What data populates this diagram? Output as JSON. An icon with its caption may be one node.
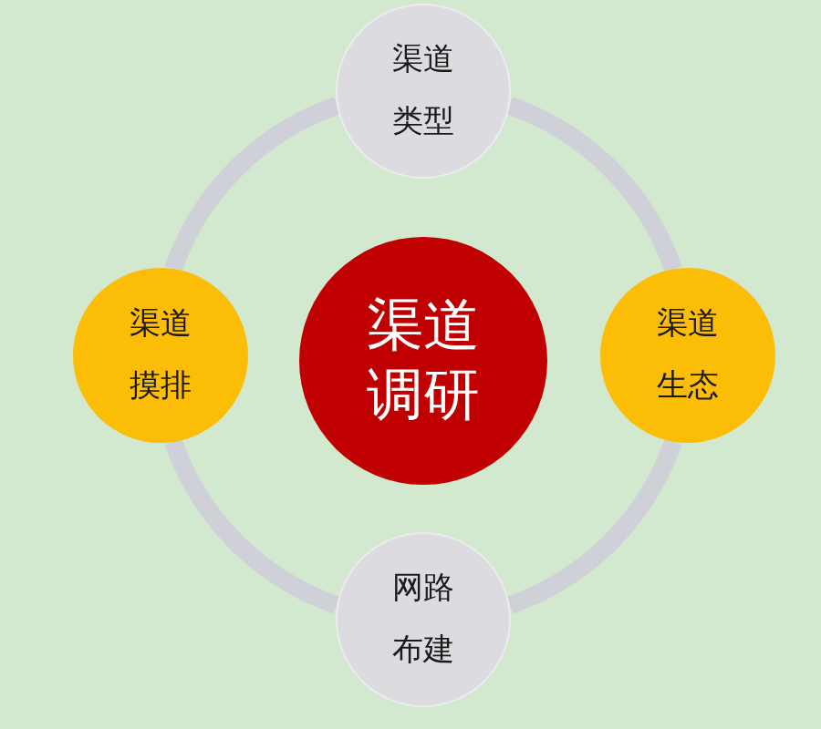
{
  "diagram": {
    "nodes": [
      {
        "text": [
          "渠道类型"
        ]
      },
      {
        "text": [
          "渠道摸排"
        ]
      },
      {
        "text": [
          "渠道调研"
        ]
      },
      {
        "text": [
          "渠道生态"
        ]
      },
      {
        "text": [
          "网路布建"
        ]
      }
    ],
    "edges": [
      {
        "from": 0,
        "to": 3,
        "arrow": "none"
      },
      {
        "from": 3,
        "to": 4,
        "arrow": "none"
      },
      {
        "from": 4,
        "to": 1,
        "arrow": "none"
      },
      {
        "from": 1,
        "to": 0,
        "arrow": "none"
      }
    ]
  }
}
